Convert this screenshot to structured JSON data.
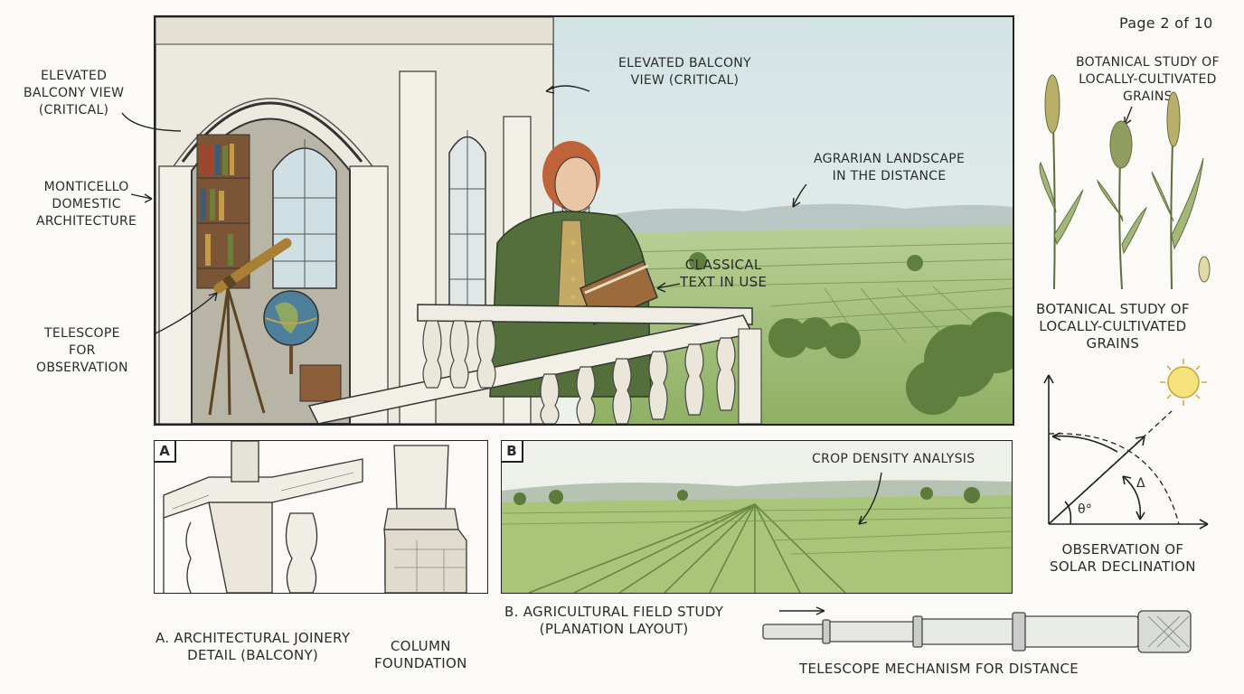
{
  "page_indicator": "Page 2 of 10",
  "main_panel": {
    "callouts": {
      "left_balcony": "ELEVATED\nBALCONY VIEW\n(CRITICAL)",
      "top_balcony": "ELEVATED BALCONY\nVIEW (CRITICAL)",
      "architecture": "MONTICELLO\nDOMESTIC\nARCHITECTURE",
      "telescope": "TELESCOPE\nFOR\nOBSERVATION",
      "landscape": "AGRARIAN LANDSCAPE\nIN THE DISTANCE",
      "classical_text": "CLASSICAL\nTEXT IN USE"
    }
  },
  "botanical": {
    "top_label": "BOTANICAL STUDY OF\nLOCALLY-CULTIVATED\nGRAINS",
    "bottom_label": "BOTANICAL STUDY OF\nLOCALLY-CULTIVATED\nGRAINS"
  },
  "solar": {
    "theta_label": "θ°",
    "delta_label": "Δ",
    "caption": "OBSERVATION OF\nSOLAR DECLINATION"
  },
  "panel_a": {
    "tag": "A",
    "caption": "A. ARCHITECTURAL JOINERY\nDETAIL (BALCONY)",
    "column_caption": "COLUMN\nFOUNDATION"
  },
  "panel_b": {
    "tag": "B",
    "callout": "CROP DENSITY ANALYSIS",
    "caption": "B. AGRICULTURAL FIELD STUDY\n(PLANATION LAYOUT)"
  },
  "telescope_mechanism": {
    "caption": "TELESCOPE MECHANISM FOR DISTANCE"
  },
  "colors": {
    "sky": "#dfe9ea",
    "field_green": "#9dbb6e",
    "coat_green": "#4f6e3a",
    "stone": "#ece9df",
    "ink": "#2a2a2a"
  }
}
